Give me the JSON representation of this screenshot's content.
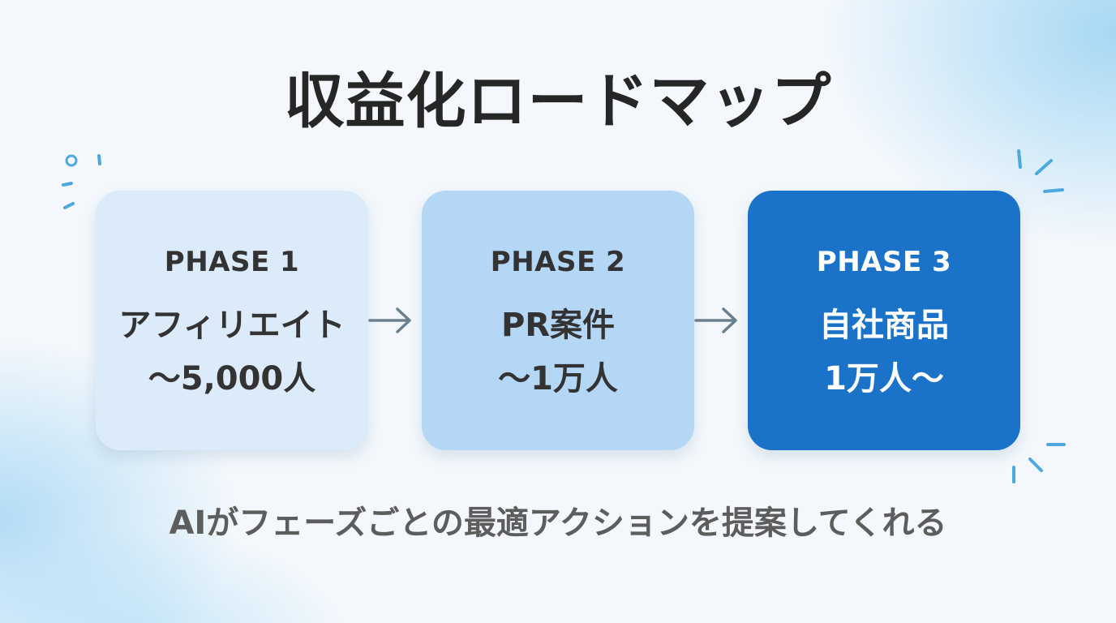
{
  "title": "収益化ロードマップ",
  "phases": [
    {
      "label": "PHASE 1",
      "name": "アフィリエイト",
      "range": "〜5,000人"
    },
    {
      "label": "PHASE 2",
      "name": "PR案件",
      "range": "〜1万人"
    },
    {
      "label": "PHASE 3",
      "name": "自社商品",
      "range": "1万人〜"
    }
  ],
  "caption": "AIがフェーズごとの最適アクションを提案してくれる",
  "colors": {
    "phase1": "#dcebf9",
    "phase2": "#b5d7f6",
    "phase3": "#1a72c9",
    "arrow": "#6a8090",
    "accent": "#4ea8e0"
  }
}
